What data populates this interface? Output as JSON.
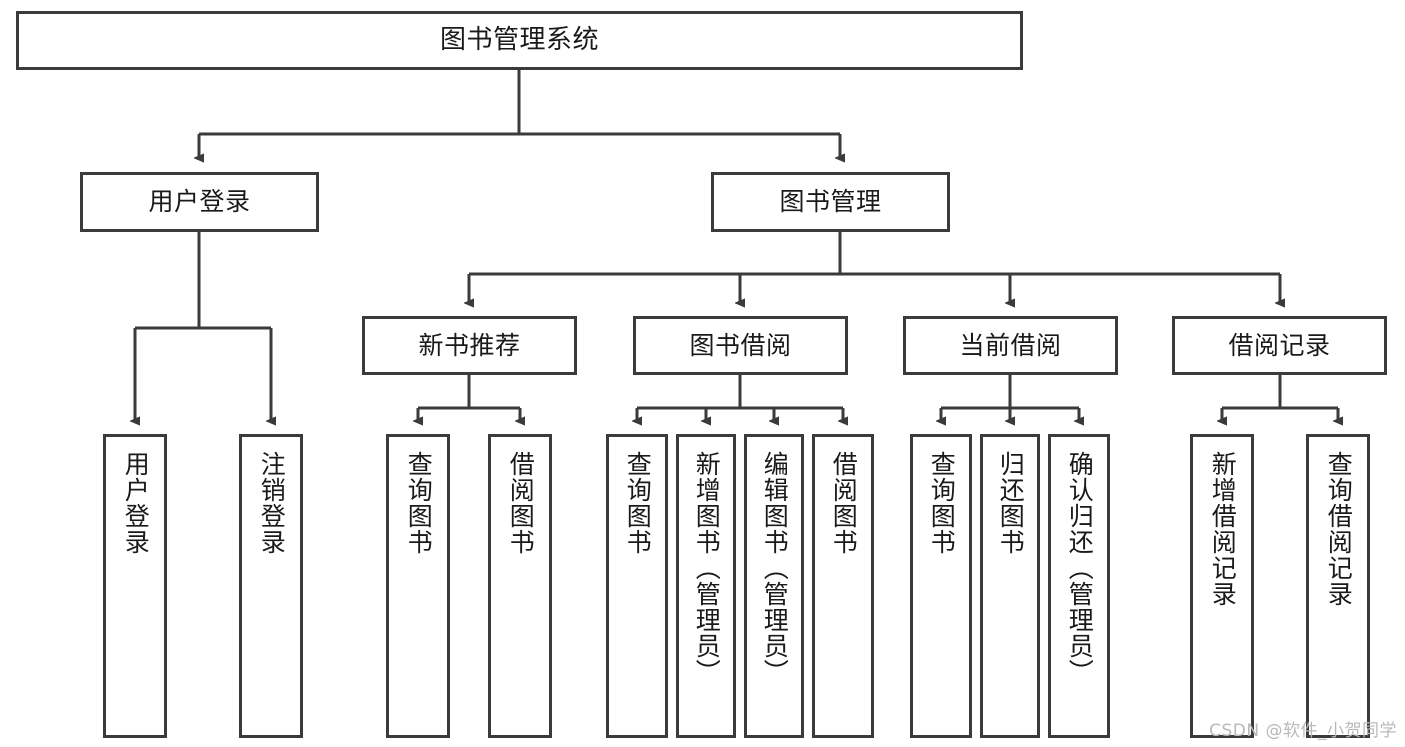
{
  "diagram": {
    "title": "图书管理系统",
    "type": "tree",
    "watermark": "CSDN @软件_小贺同学",
    "colors": {
      "background": "#ffffff",
      "box_border": "#3b3b3b",
      "box_fill": "#ffffff",
      "text": "#1a1a1a",
      "connector": "#3b3b3b",
      "watermark": "#b9b9b9"
    },
    "root": {
      "label": "图书管理系统"
    },
    "level2": [
      {
        "label": "用户登录"
      },
      {
        "label": "图书管理"
      }
    ],
    "level3": [
      {
        "label": "新书推荐"
      },
      {
        "label": "图书借阅"
      },
      {
        "label": "当前借阅"
      },
      {
        "label": "借阅记录"
      }
    ],
    "leaves": {
      "user_login": [
        {
          "label": "用户登录"
        },
        {
          "label": "注销登录"
        }
      ],
      "new_book_recommend": [
        {
          "label": "查询图书"
        },
        {
          "label": "借阅图书"
        }
      ],
      "book_borrow": [
        {
          "label": "查询图书"
        },
        {
          "label": "新增图书（管理员）"
        },
        {
          "label": "编辑图书（管理员）"
        },
        {
          "label": "借阅图书"
        }
      ],
      "current_borrow": [
        {
          "label": "查询图书"
        },
        {
          "label": "归还图书"
        },
        {
          "label": "确认归还（管理员）"
        }
      ],
      "borrow_record": [
        {
          "label": "新增借阅记录"
        },
        {
          "label": "查询借阅记录"
        }
      ]
    }
  }
}
